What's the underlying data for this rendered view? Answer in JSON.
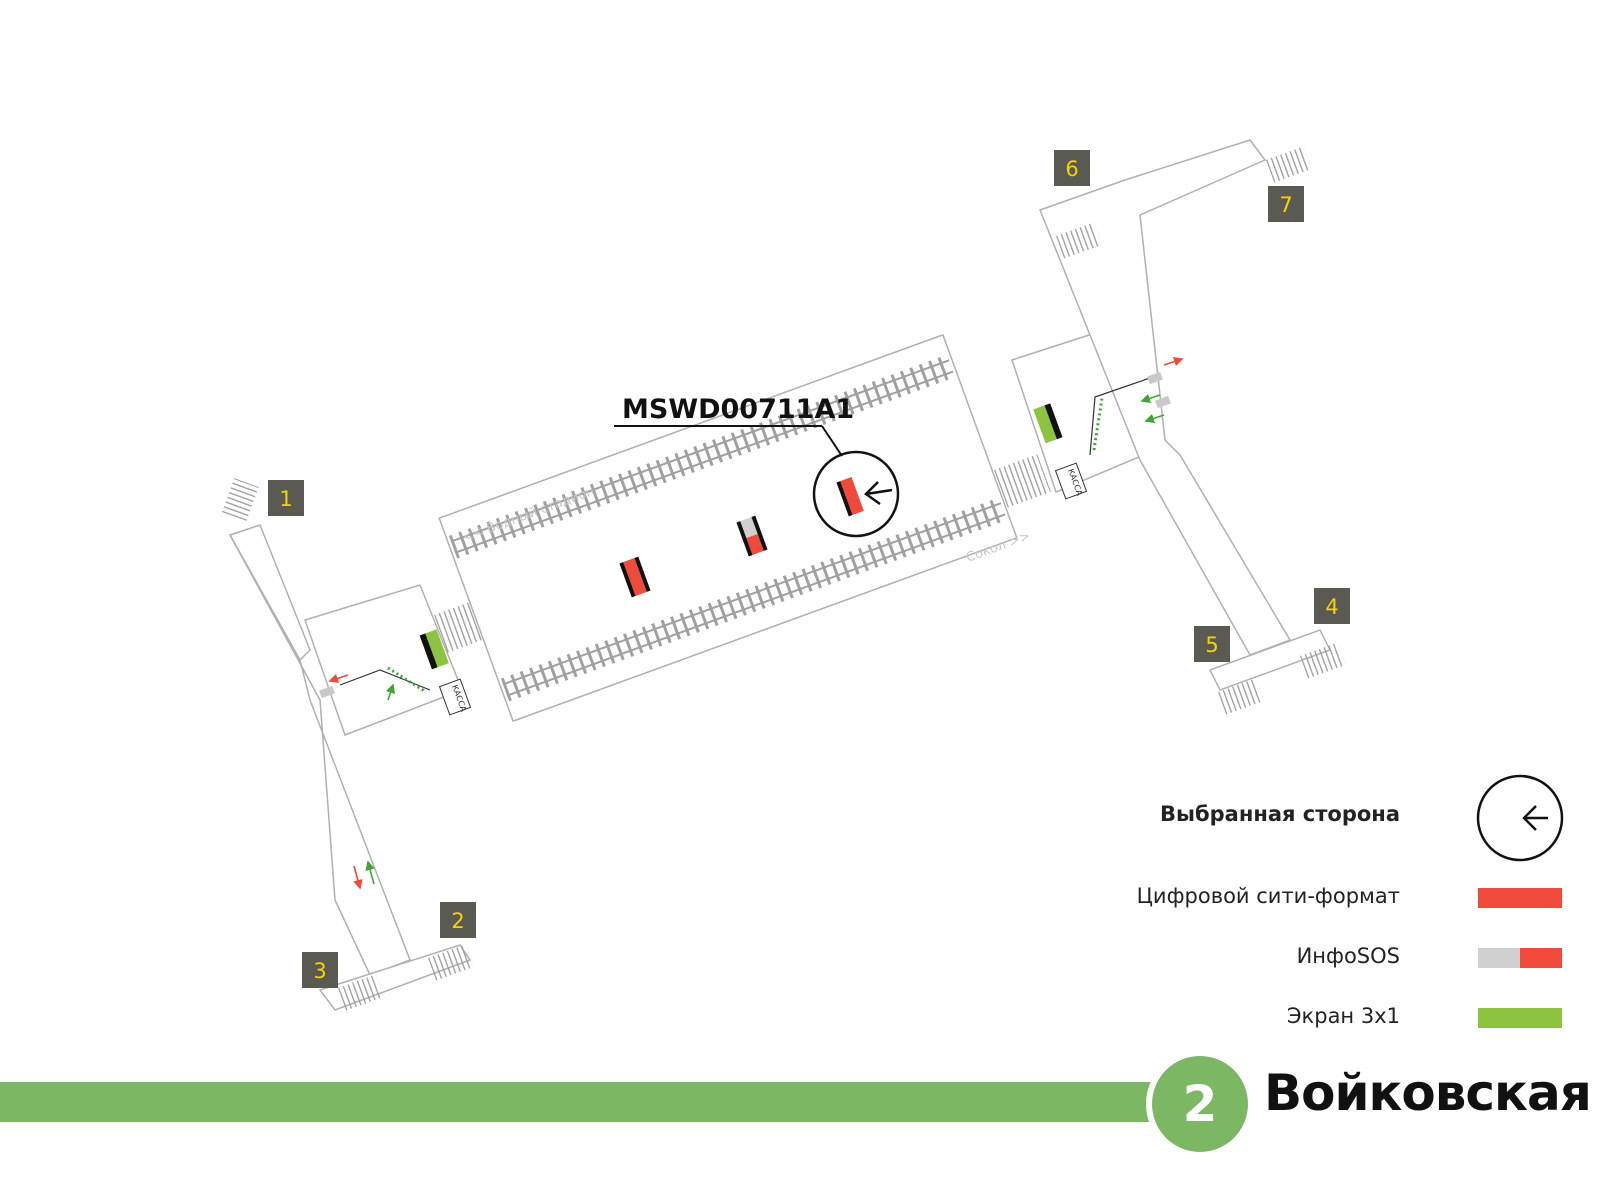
{
  "callout": {
    "code": "MSWD00711A1"
  },
  "exits": [
    "1",
    "2",
    "3",
    "4",
    "5",
    "6",
    "7"
  ],
  "tracks": {
    "upper_direction": "<< Водный стадион",
    "lower_direction": "Сокол >>"
  },
  "kassa_label": "КАССА",
  "legend": {
    "selected_side": "Выбранная сторона",
    "digital_city_format": "Цифровой сити-формат",
    "info_sos": "ИнфоSOS",
    "screen_3x1": "Экран 3x1"
  },
  "station": {
    "line_number": "2",
    "name": "Войковская"
  },
  "colors": {
    "line_green": "#7cb764",
    "digital_red": "#ef4a3a",
    "info_grey": "#d0d0d0",
    "screen_green": "#8cc43f",
    "exit_box": "#5b5a52",
    "exit_text": "#f5d400"
  }
}
